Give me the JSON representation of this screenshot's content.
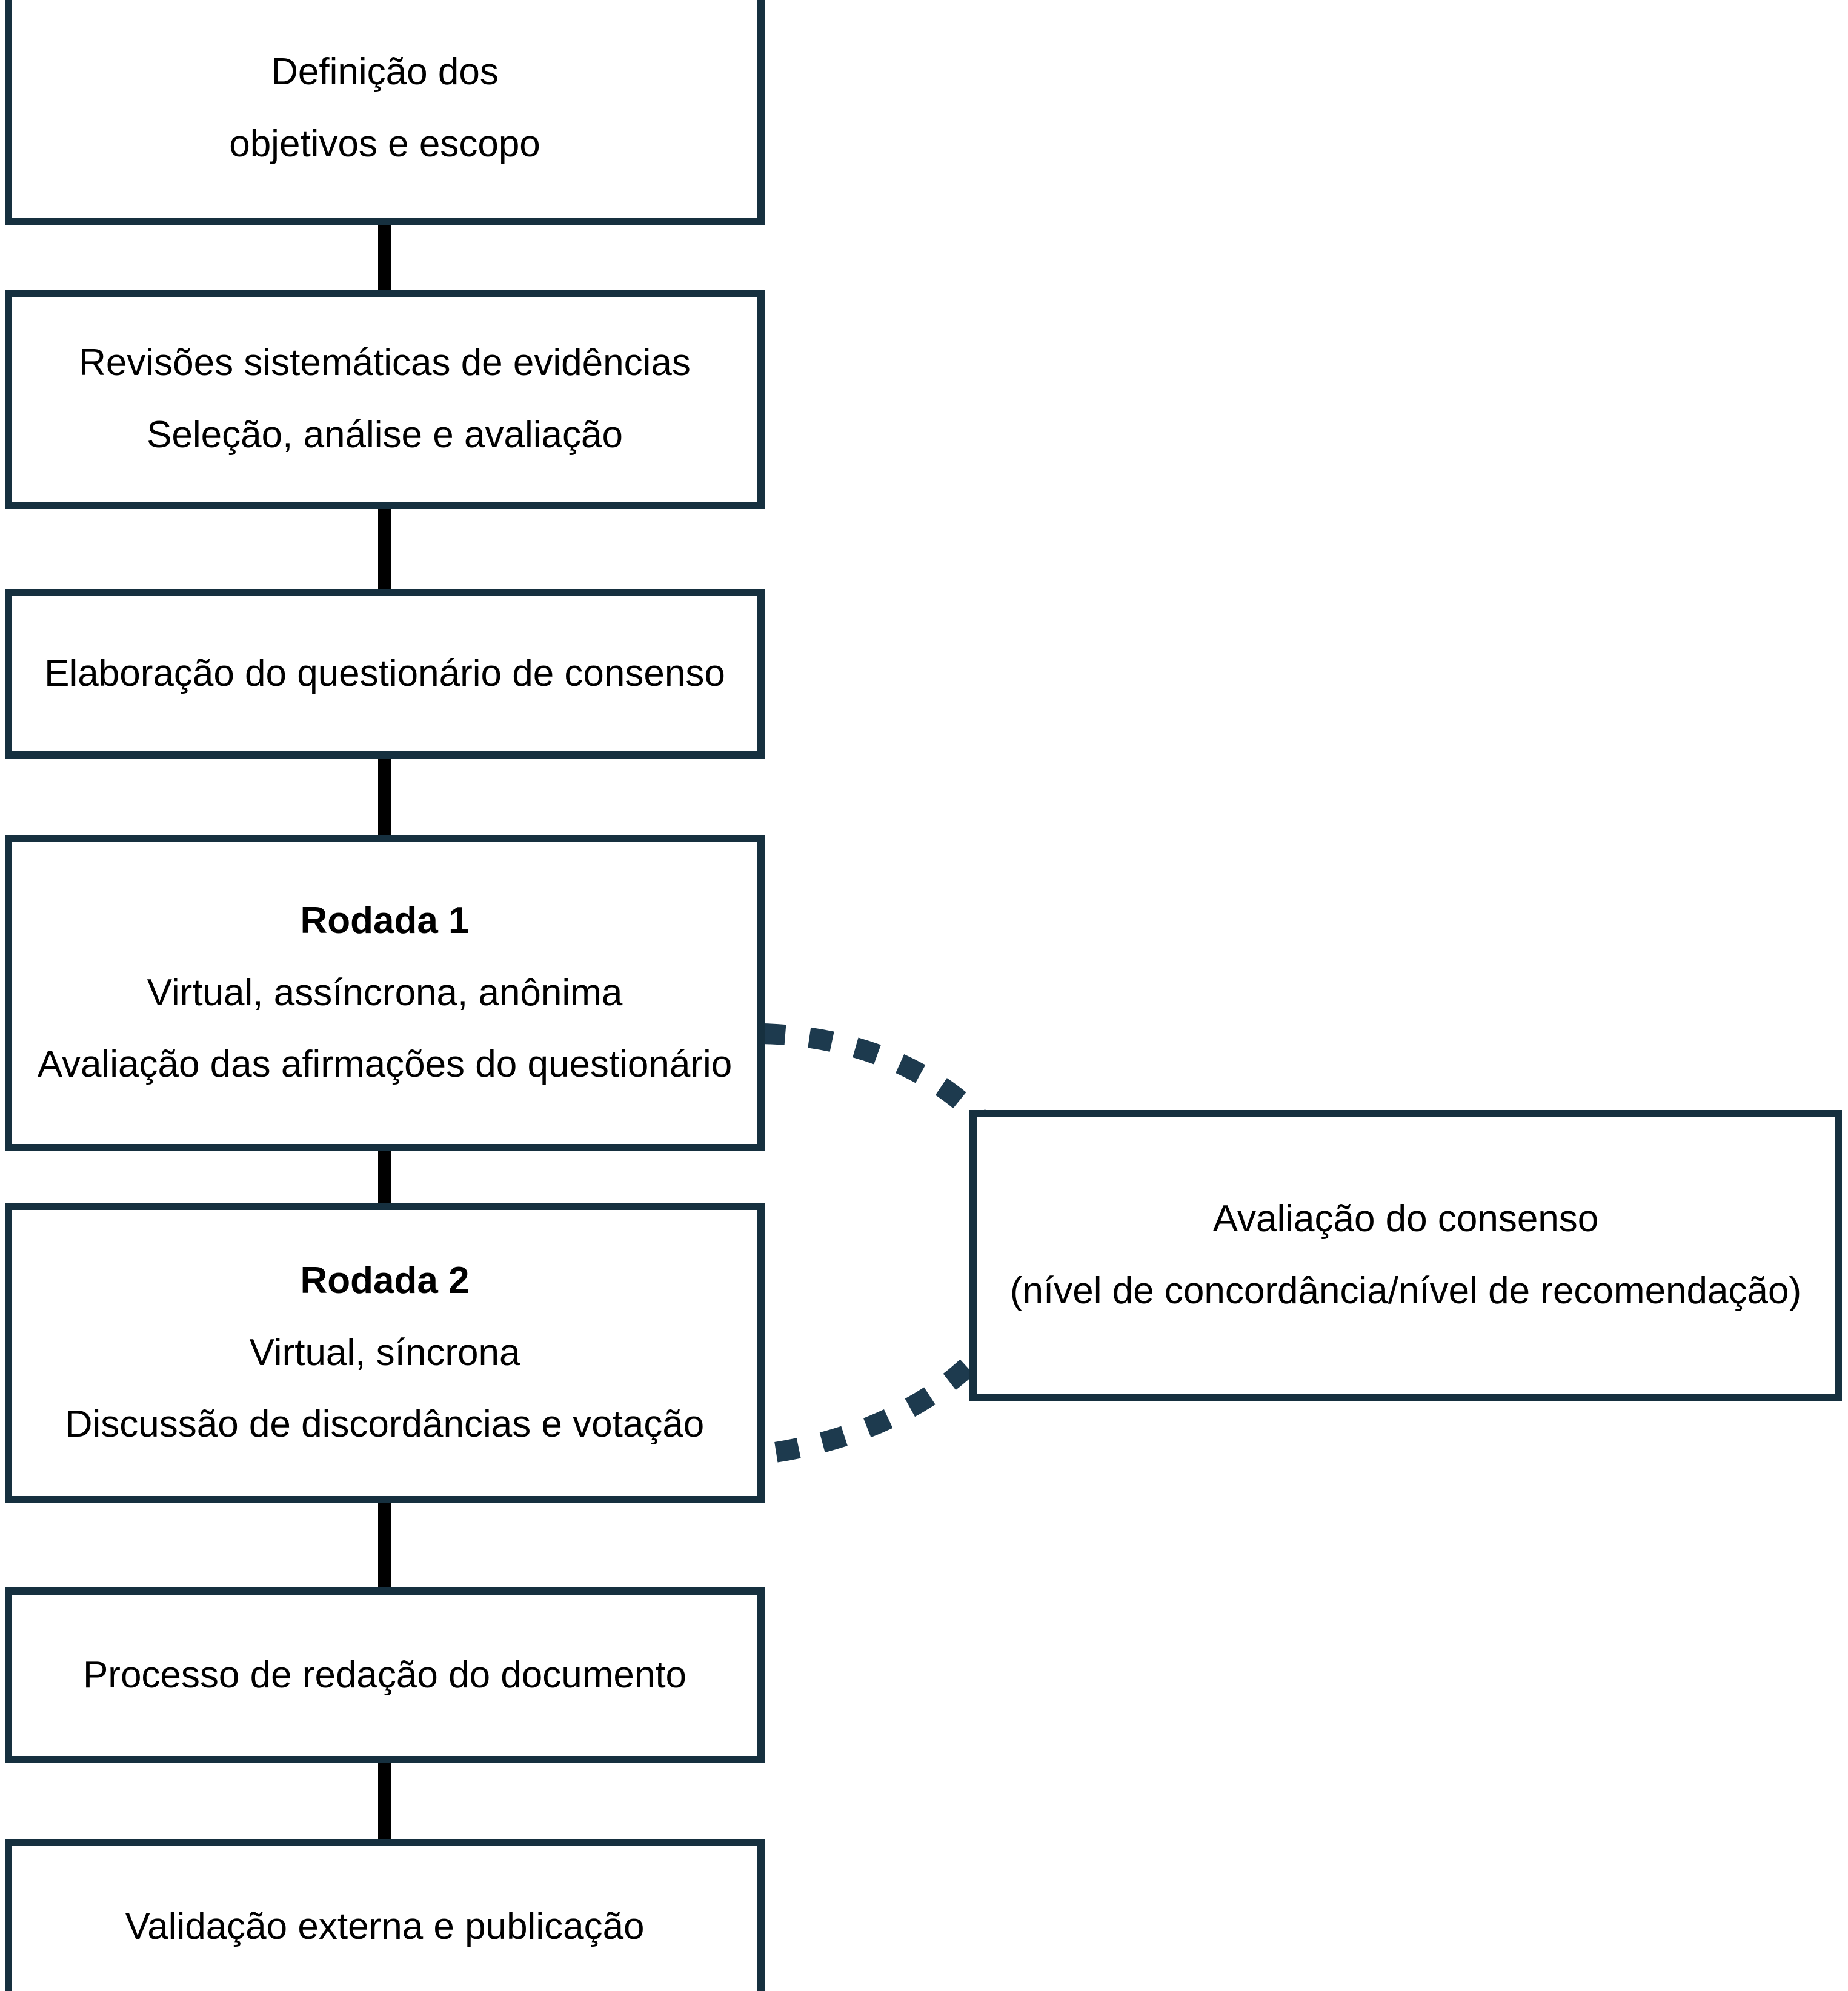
{
  "diagram": {
    "title": "Fluxograma do processo de consenso Delphi",
    "colors": {
      "box_border": "#16303f",
      "connector": "#000000",
      "dashed_curve": "#1d3a4e",
      "background": "#ffffff",
      "text": "#000000"
    },
    "nodes": [
      {
        "id": "objetivos",
        "lines": [
          {
            "text": "Definição dos",
            "bold": false
          },
          {
            "text": "objetivos e escopo",
            "bold": false
          }
        ]
      },
      {
        "id": "revisoes",
        "lines": [
          {
            "text": "Revisões sistemáticas de evidências",
            "bold": false
          },
          {
            "text": "Seleção, análise e avaliação",
            "bold": false
          }
        ]
      },
      {
        "id": "questionario",
        "lines": [
          {
            "text": "Elaboração do questionário de consenso",
            "bold": false
          }
        ]
      },
      {
        "id": "rodada1",
        "lines": [
          {
            "text": "Rodada 1",
            "bold": true
          },
          {
            "text": "Virtual, assíncrona, anônima",
            "bold": false
          },
          {
            "text": "Avaliação das afirmações do questionário",
            "bold": false
          }
        ]
      },
      {
        "id": "rodada2",
        "lines": [
          {
            "text": "Rodada 2",
            "bold": true
          },
          {
            "text": "Virtual, síncrona",
            "bold": false
          },
          {
            "text": "Discussão de discordâncias e votação",
            "bold": false
          }
        ]
      },
      {
        "id": "redacao",
        "lines": [
          {
            "text": "Processo de redação do documento",
            "bold": false
          }
        ]
      },
      {
        "id": "validacao",
        "lines": [
          {
            "text": "Validação externa e publicação",
            "bold": false
          }
        ]
      },
      {
        "id": "consenso",
        "lines": [
          {
            "text": "Avaliação do consenso",
            "bold": false
          },
          {
            "text": "(nível de concordância/nível de recomendação)",
            "bold": false
          }
        ]
      }
    ],
    "connectors": [
      {
        "id": "conn-1",
        "from": "objetivos",
        "to": "revisoes",
        "style": "solid"
      },
      {
        "id": "conn-2",
        "from": "revisoes",
        "to": "questionario",
        "style": "solid"
      },
      {
        "id": "conn-3",
        "from": "questionario",
        "to": "rodada1",
        "style": "solid"
      },
      {
        "id": "conn-4",
        "from": "rodada1",
        "to": "rodada2",
        "style": "solid"
      },
      {
        "id": "conn-5",
        "from": "rodada2",
        "to": "redacao",
        "style": "solid"
      },
      {
        "id": "conn-6",
        "from": "redacao",
        "to": "validacao",
        "style": "solid"
      },
      {
        "id": "feedback-curve",
        "from": "rodada1",
        "to": "rodada2",
        "via": "consenso",
        "style": "dashed"
      }
    ]
  },
  "text": {
    "objetivos_l1": "Definição dos",
    "objetivos_l2": "objetivos e escopo",
    "revisoes_l1": "Revisões sistemáticas de evidências",
    "revisoes_l2": "Seleção, análise e avaliação",
    "questionario_l1": "Elaboração do questionário de consenso",
    "rodada1_l1": "Rodada 1",
    "rodada1_l2": "Virtual, assíncrona, anônima",
    "rodada1_l3": "Avaliação das afirmações do questionário",
    "rodada2_l1": "Rodada 2",
    "rodada2_l2": "Virtual, síncrona",
    "rodada2_l3": "Discussão de discordâncias e votação",
    "redacao_l1": "Processo de redação do documento",
    "validacao_l1": "Validação externa e publicação",
    "consenso_l1": "Avaliação do consenso",
    "consenso_l2": "(nível de concordância/nível de recomendação)"
  }
}
